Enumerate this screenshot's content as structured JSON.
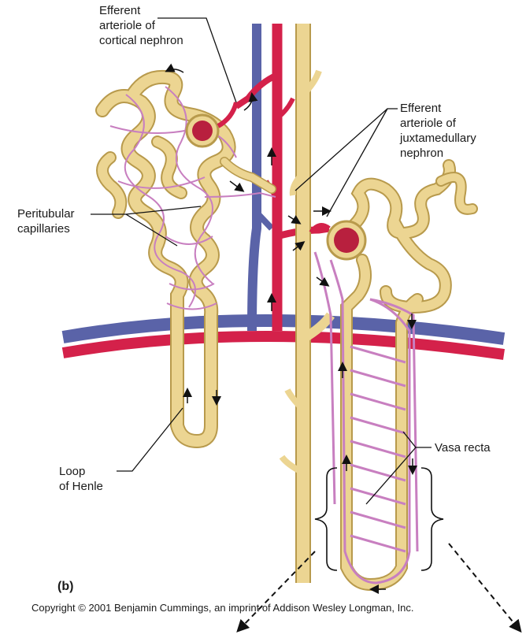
{
  "labels": {
    "efferent_cortical": "Efferent\narteriole of\ncortical nephron",
    "efferent_juxta": "Efferent\narteriole of\njuxtamedullary\nnephron",
    "peritubular": "Peritubular\ncapillaries",
    "vasa_recta": "Vasa recta",
    "loop_henle": "Loop\nof Henle",
    "panel": "(b)"
  },
  "copyright": "Copyright © 2001 Benjamin Cummings, an imprint of Addison Wesley Longman, Inc.",
  "colors": {
    "tubule": "#ecd592",
    "tubule_edge": "#b89a4c",
    "artery": "#d4214a",
    "vein": "#5a63a8",
    "capillary": "#c87fc0"
  }
}
